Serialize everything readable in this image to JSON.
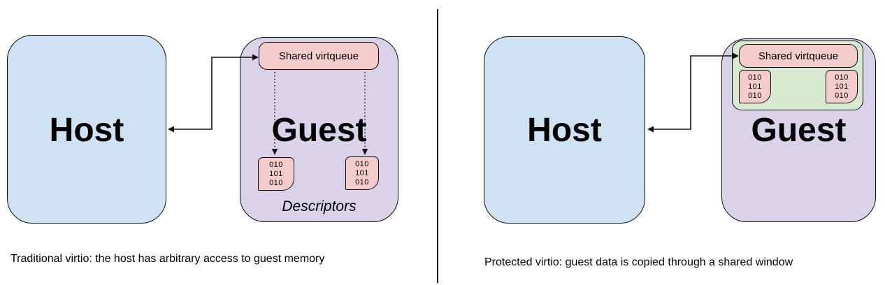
{
  "palette": {
    "host_fill": "#cfe2f3",
    "guest_fill": "#d9d2e9",
    "virtqueue_fill": "#f4cccc",
    "shared_window_fill": "#d9ead3",
    "outline": "#0d0d0d"
  },
  "note_lines": [
    "010",
    "101",
    "010"
  ],
  "left_panel": {
    "host_label": "Host",
    "guest_label": "Guest",
    "virtqueue_label": "Shared virtqueue",
    "descriptors_label": "Descriptors",
    "caption": "Traditional virtio: the host has arbitrary access to guest memory"
  },
  "right_panel": {
    "host_label": "Host",
    "guest_label": "Guest",
    "virtqueue_label": "Shared virtqueue",
    "caption": "Protected virtio: guest data is copied through a shared window"
  }
}
